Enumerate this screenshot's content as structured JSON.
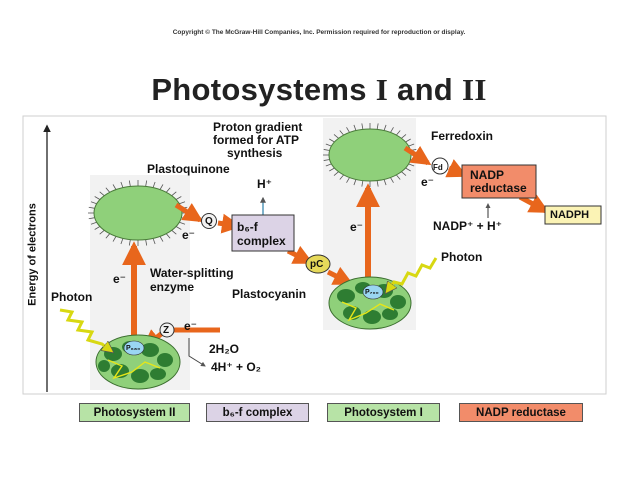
{
  "header": {
    "copyright": "Copyright © The McGraw-Hill Companies, Inc. Permission required for reproduction or display.",
    "title_prefix": "Photosystems ",
    "title_roman_one": "I",
    "title_and": " and ",
    "title_roman_two": "II"
  },
  "axis": {
    "label": "Energy of electrons"
  },
  "labels": {
    "proton_gradient_1": "Proton gradient",
    "proton_gradient_2": "formed for ATP",
    "proton_gradient_3": "synthesis",
    "h_plus": "H⁺",
    "plastoquinone": "Plastoquinone",
    "q": "Q",
    "b6f_box_1": "b₆-f",
    "b6f_box_2": "complex",
    "pc": "pC",
    "plastocyanin": "Plastocyanin",
    "water_splitting_1": "Water-splitting",
    "water_splitting_2": "enzyme",
    "z": "Z",
    "water": "2H₂O",
    "products": "4H⁺ + O₂",
    "electron": "e⁻",
    "photon": "Photon",
    "ferredoxin": "Ferredoxin",
    "fd": "Fd",
    "nadp_reductase_1": "NADP",
    "nadp_reductase_2": "reductase",
    "nadp_input": "NADP⁺ + H⁺",
    "nadph": "NADPH",
    "p680": "P₆₈₀",
    "p700": "P₇₀₀"
  },
  "legend": {
    "ps2": "Photosystem II",
    "b6f": "b₆-f complex",
    "ps1": "Photosystem I",
    "nadp": "NADP reductase"
  },
  "colors": {
    "arrow": "#e8661c",
    "photon": "#e6e619",
    "antenna": "#8fd07a",
    "reaction_center": "#2e7d32",
    "b6f_fill": "#dcd3e6",
    "nadp_fill": "#f28c6a",
    "nadph_fill": "#fbf3b5",
    "panel_green": "#b7e3a6"
  }
}
